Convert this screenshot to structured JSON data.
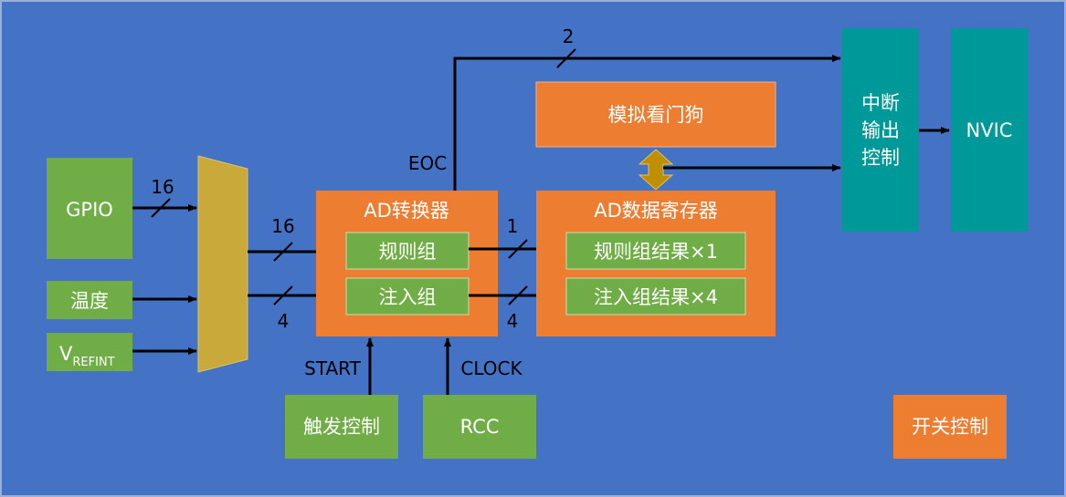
{
  "colors": {
    "background": "#4472c4",
    "green": "#70ad47",
    "orange": "#ed7d31",
    "teal": "#009999",
    "mux": "#c9a93a",
    "arrow_gold": "#bf8f00",
    "line": "#000000",
    "text": "#ffffff"
  },
  "inputs": {
    "gpio": "GPIO",
    "temp": "温度",
    "vrefint_main": "V",
    "vrefint_sub": "REFINT"
  },
  "bus_labels": {
    "gpio_width": "16",
    "mux_regular": "16",
    "mux_injected": "4",
    "eoc_width": "2",
    "out_regular": "1",
    "out_injected": "4"
  },
  "converter": {
    "title": "AD转换器",
    "regular": "规则组",
    "injected": "注入组"
  },
  "data_register": {
    "title": "AD数据寄存器",
    "regular": "规则组结果×1",
    "injected": "注入组结果×4"
  },
  "watchdog": "模拟看门狗",
  "interrupt": {
    "line1": "中断",
    "line2": "输出",
    "line3": "控制"
  },
  "nvic": "NVIC",
  "signals": {
    "eoc": "EOC",
    "start": "START",
    "clock": "CLOCK"
  },
  "trigger": "触发控制",
  "rcc": "RCC",
  "switch_control": "开关控制"
}
